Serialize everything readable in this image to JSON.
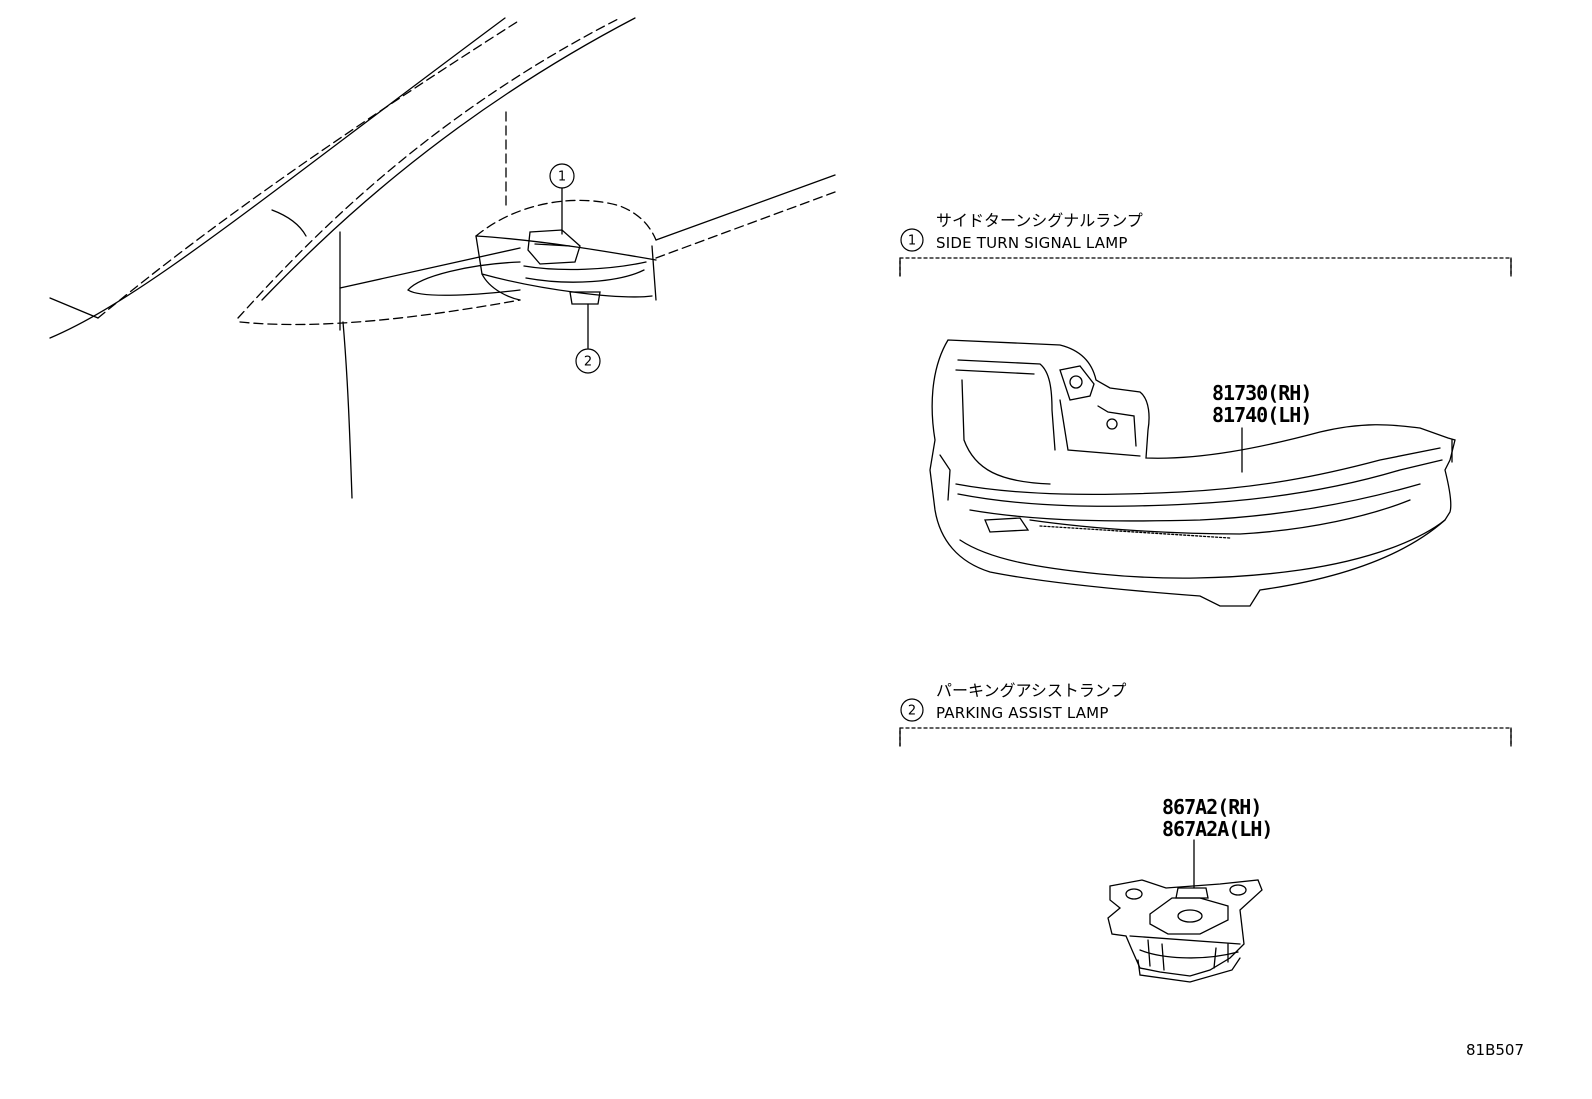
{
  "sections": [
    {
      "number": "1",
      "title_jp": "サイドターンシグナルランプ",
      "title_en": "SIDE TURN SIGNAL LAMP",
      "part_rh": "81730(RH)",
      "part_lh": "81740(LH)"
    },
    {
      "number": "2",
      "title_jp": "パーキングアシストランプ",
      "title_en": "PARKING ASSIST LAMP",
      "part_rh": "867A2(RH)",
      "part_lh": "867A2A(LH)"
    }
  ],
  "callouts": [
    "1",
    "2"
  ],
  "diagram_code": "81B507"
}
